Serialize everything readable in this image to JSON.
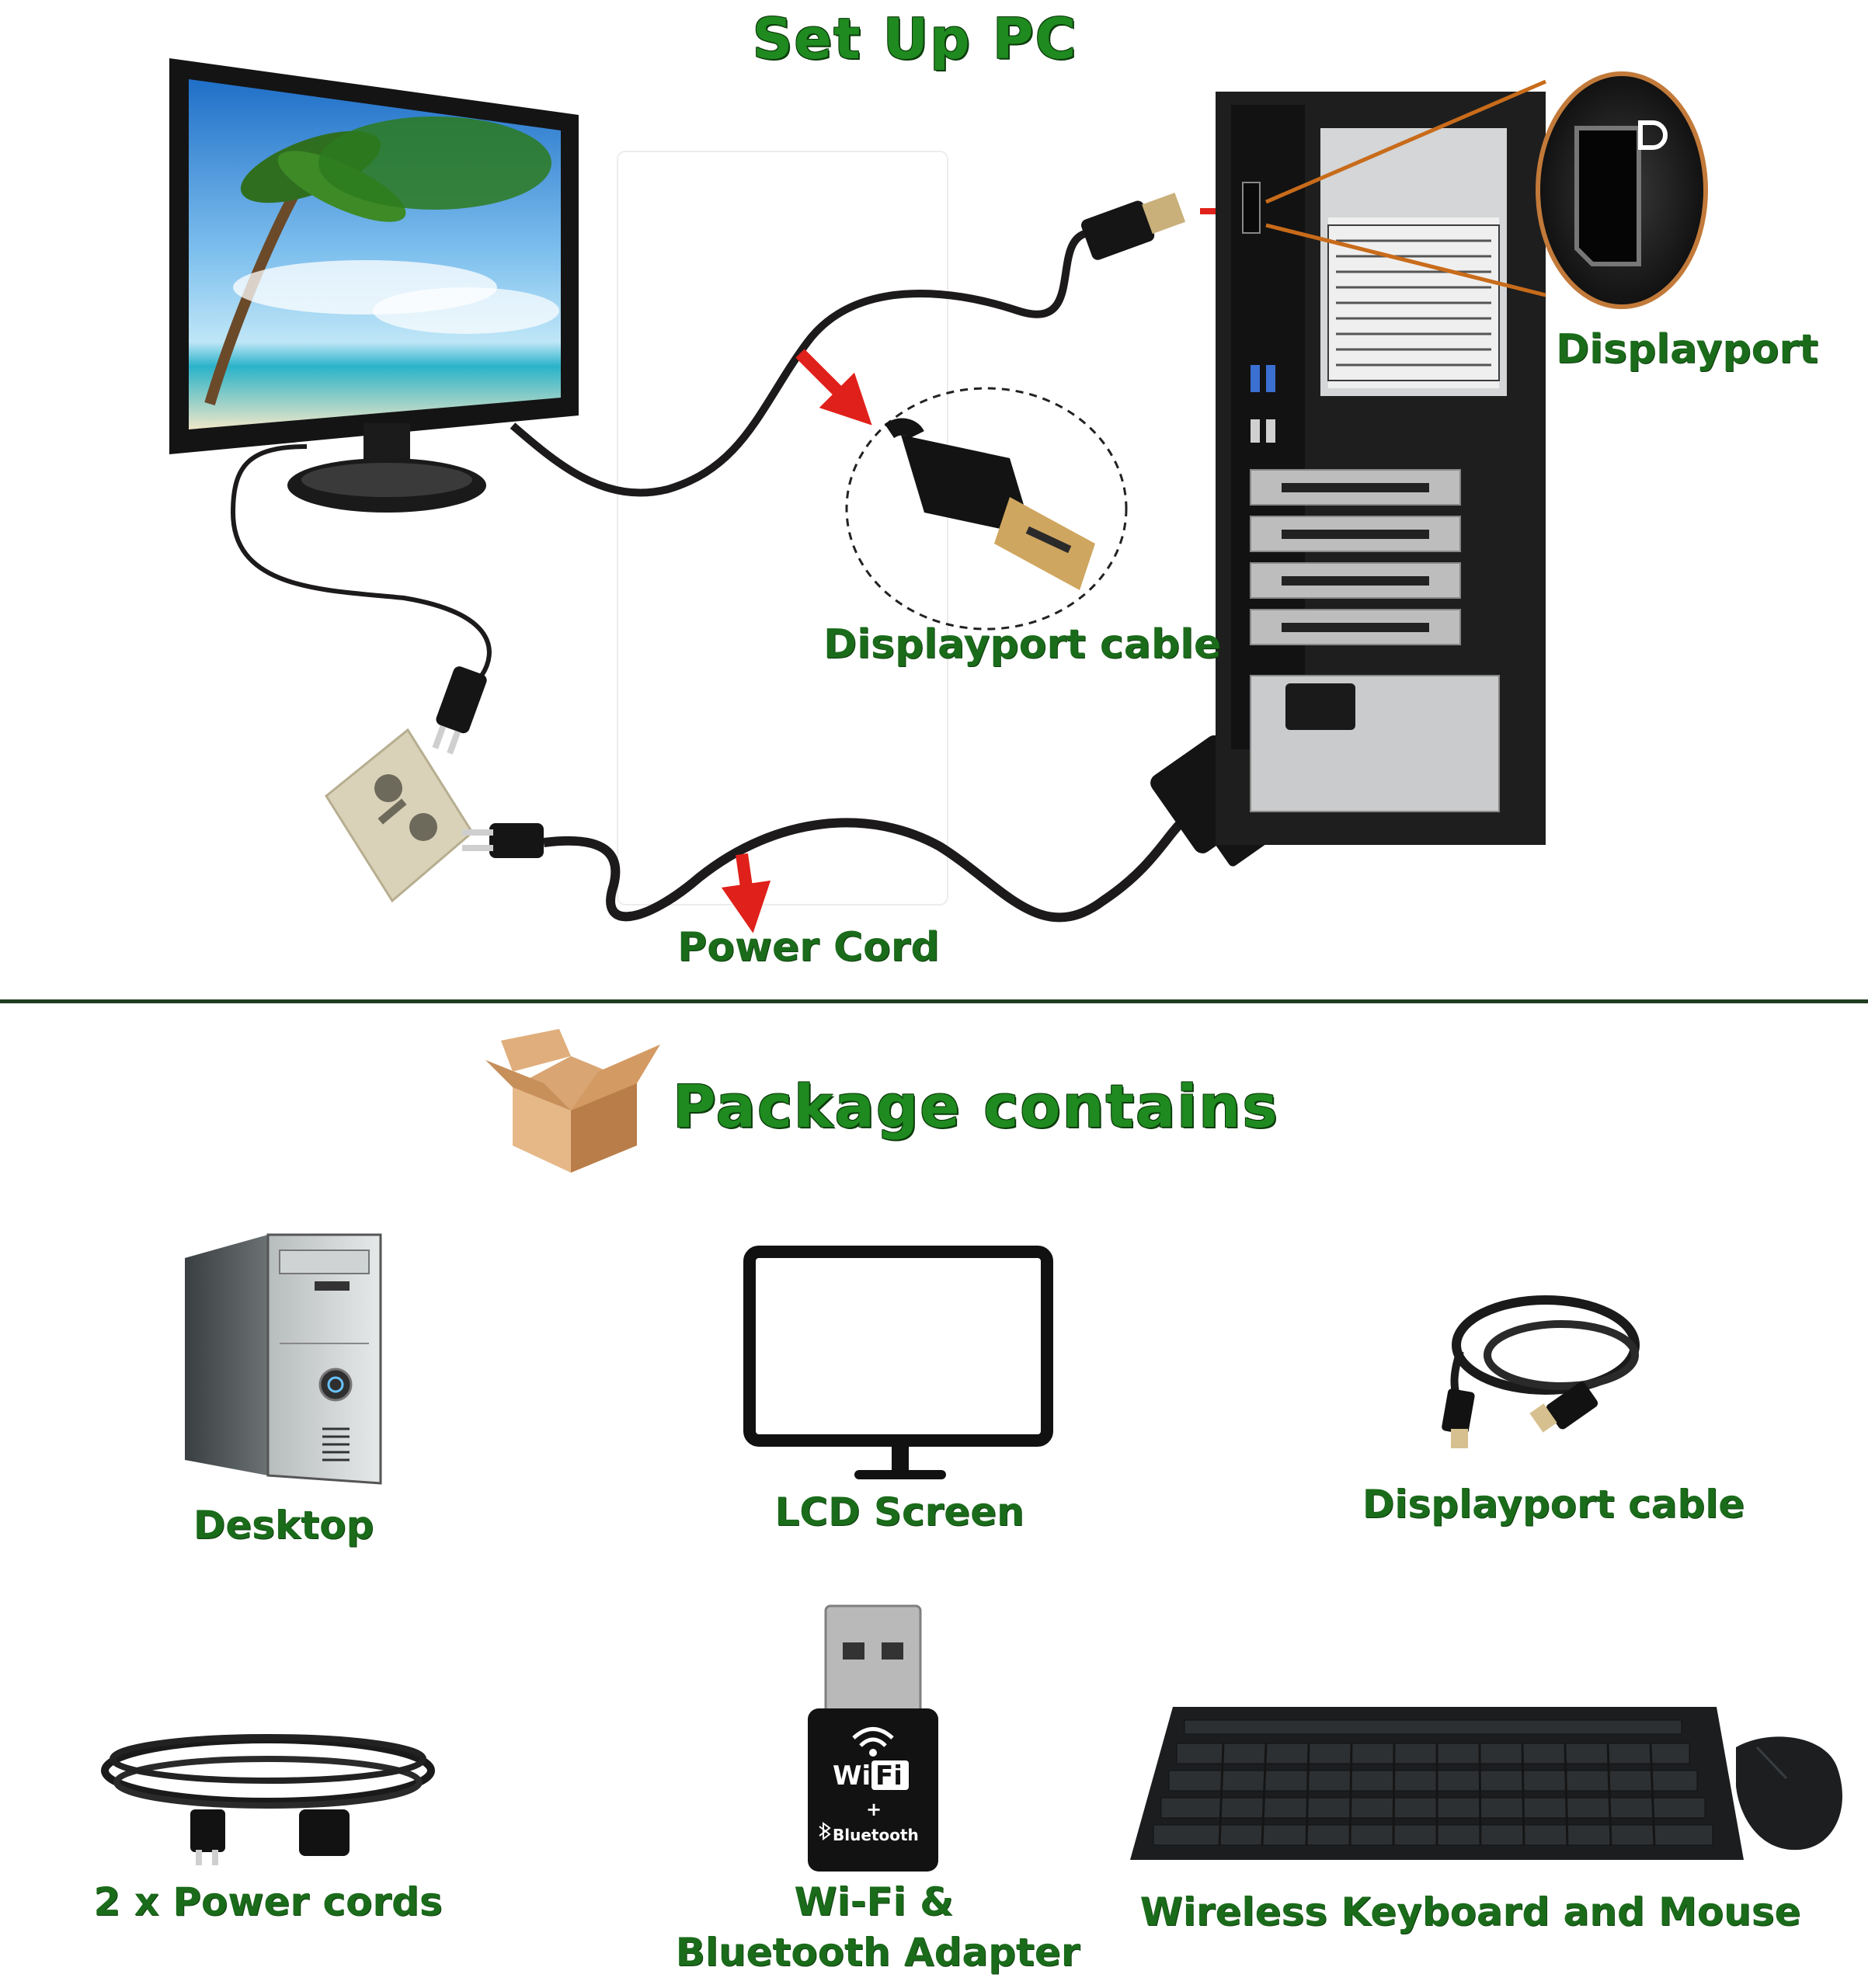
{
  "setup": {
    "title": "Set Up PC",
    "displayport_label": "Displayport",
    "displayport_cable_label": "Displayport cable",
    "power_cord_label": "Power Cord"
  },
  "package": {
    "title": "Package contains",
    "items": [
      {
        "label": "Desktop",
        "icon": "desktop-tower-icon"
      },
      {
        "label": "LCD Screen",
        "icon": "monitor-icon"
      },
      {
        "label": "Displayport cable",
        "icon": "cable-icon"
      },
      {
        "label": "2 x Power cords",
        "icon": "power-cord-icon"
      },
      {
        "label_line1": "Wi-Fi &",
        "label_line2": "Bluetooth Adapter",
        "icon": "usb-adapter-icon",
        "adapter_text_wi": "Wi",
        "adapter_text_fi": "Fi",
        "adapter_text_plus": "+",
        "adapter_text_bt": "Bluetooth"
      },
      {
        "label": "Wireless Keyboard and Mouse",
        "icon": "keyboard-mouse-icon"
      }
    ]
  },
  "colors": {
    "label_green": "#1a6b1a",
    "title_green": "#1f8a1f",
    "arrow_red": "#e0201a",
    "divider": "#1f3d1f",
    "cable": "#1c1a1a"
  }
}
